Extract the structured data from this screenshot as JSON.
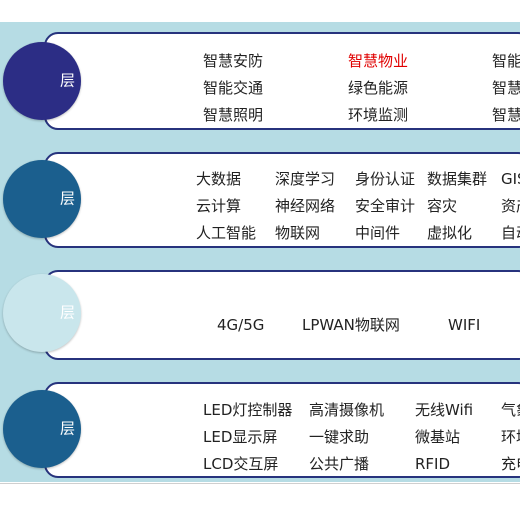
{
  "layers": [
    {
      "label": "层",
      "circle_color": "#2c2d85",
      "items": [
        [
          "智慧安防",
          "智慧物业",
          "智能"
        ],
        [
          "智能交通",
          "绿色能源",
          "智慧"
        ],
        [
          "智慧照明",
          "环境监测",
          "智慧"
        ]
      ],
      "highlight": "智慧物业",
      "highlight_color": "#e00000"
    },
    {
      "label": "层",
      "circle_color": "#1b5f8e",
      "items": [
        [
          "大数据",
          "深度学习",
          "身份认证",
          "数据集群",
          "GIS"
        ],
        [
          "云计算",
          "神经网络",
          "安全审计",
          "容灾",
          "资产"
        ],
        [
          "人工智能",
          "物联网",
          "中间件",
          "虚拟化",
          "自动"
        ]
      ]
    },
    {
      "label": "层",
      "circle_color": "#c9e6ec",
      "items": [
        [
          "4G/5G",
          "LPWAN物联网",
          "WIFI"
        ]
      ]
    },
    {
      "label": "层",
      "circle_color": "#1b5f8e",
      "items": [
        [
          "LED灯控制器",
          "高清摄像机",
          "无线Wifi",
          "气象"
        ],
        [
          "LED显示屏",
          "一键求助",
          "微基站",
          "环境"
        ],
        [
          "LCD交互屏",
          "公共广播",
          "RFID",
          "充电"
        ]
      ]
    }
  ],
  "colors": {
    "background": "#b6dce4",
    "border": "#27337d",
    "text": "#222222"
  }
}
